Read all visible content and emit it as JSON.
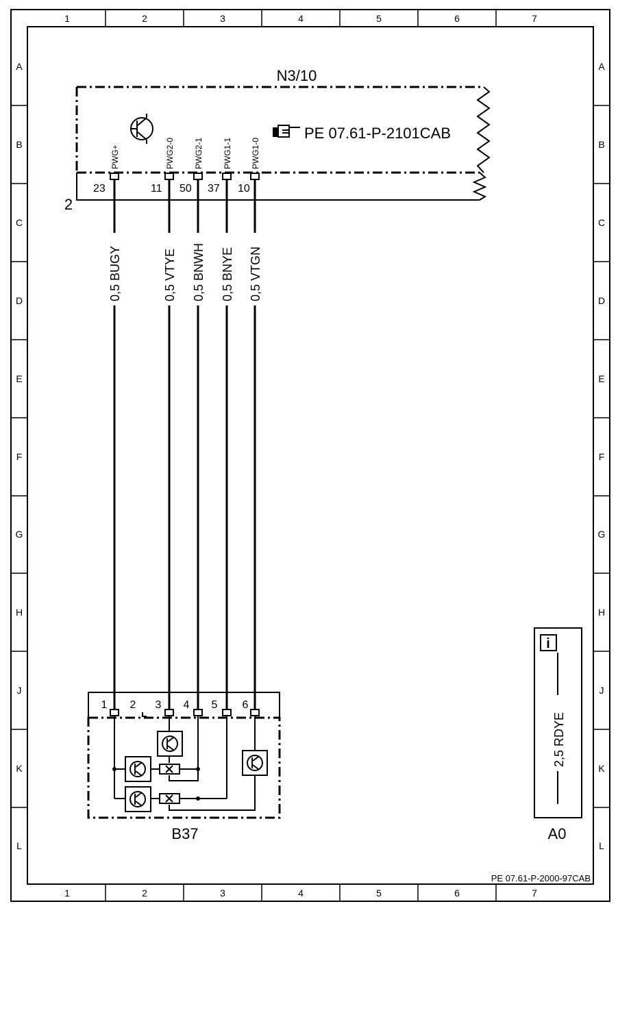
{
  "grid": {
    "columns": [
      "1",
      "2",
      "3",
      "4",
      "5",
      "6",
      "7"
    ],
    "rows": [
      "A",
      "B",
      "C",
      "D",
      "E",
      "F",
      "G",
      "H",
      "J",
      "K",
      "L"
    ]
  },
  "module_top": {
    "id": "N3/10",
    "reference": "PE 07.61-P-2101CAB",
    "ground_label": "2",
    "pins": [
      {
        "name": "PWG+",
        "number": "23"
      },
      {
        "name": "PWG2-0",
        "number": "11"
      },
      {
        "name": "PWG2-1",
        "number": "50"
      },
      {
        "name": "PWG1-1",
        "number": "37"
      },
      {
        "name": "PWG1-0",
        "number": "10"
      }
    ]
  },
  "wires": [
    {
      "label": "0,5 BUGY"
    },
    {
      "label": "0,5 VTYE"
    },
    {
      "label": "0,5 BNWH"
    },
    {
      "label": "0,5 BNYE"
    },
    {
      "label": "0,5 VTGN"
    }
  ],
  "module_bottom": {
    "id": "B37",
    "pins": [
      "1",
      "2",
      "3",
      "4",
      "5",
      "6"
    ]
  },
  "info_box": {
    "icon": "info-icon",
    "icon_glyph": "i",
    "wire_label": "2,5 RDYE",
    "id": "A0"
  },
  "footer_reference": "PE 07.61-P-2000-97CAB"
}
